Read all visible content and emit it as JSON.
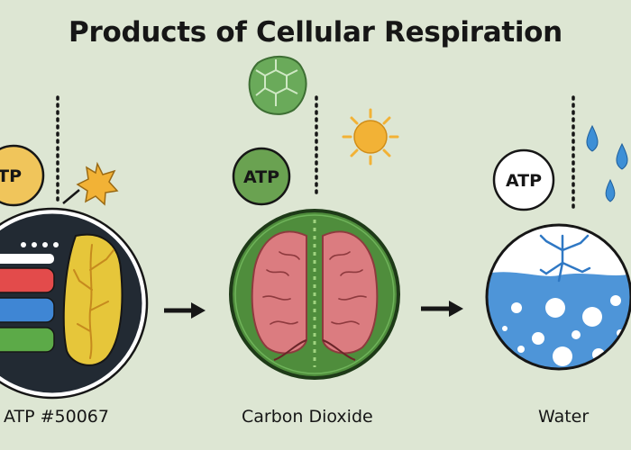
{
  "title": "Products of Cellular Respiration",
  "panels": [
    {
      "badge": "ATP",
      "caption": "ATP #50067"
    },
    {
      "badge": "ATP",
      "caption": "Carbon Dioxide"
    },
    {
      "badge": "ATP",
      "caption": "Water"
    }
  ],
  "colors": {
    "background": "#dde6d3",
    "atp_badge_yellow": "#f0c55b",
    "co2_badge_green": "#6aa251",
    "water_badge": "#ffffff",
    "dark_circle": "#222a33",
    "lung_disc": "#4f8d3c",
    "lung_pink": "#db7c80",
    "water_blue": "#4e95d8",
    "sun_orange": "#f2b236",
    "molecule_green": "#6aaa5a"
  },
  "icons": [
    "star-icon",
    "sun-icon",
    "molecule-icon",
    "water-drop-icon",
    "arrow-right-icon",
    "mitochondrion-icon",
    "lungs-icon",
    "water-globe-icon"
  ]
}
